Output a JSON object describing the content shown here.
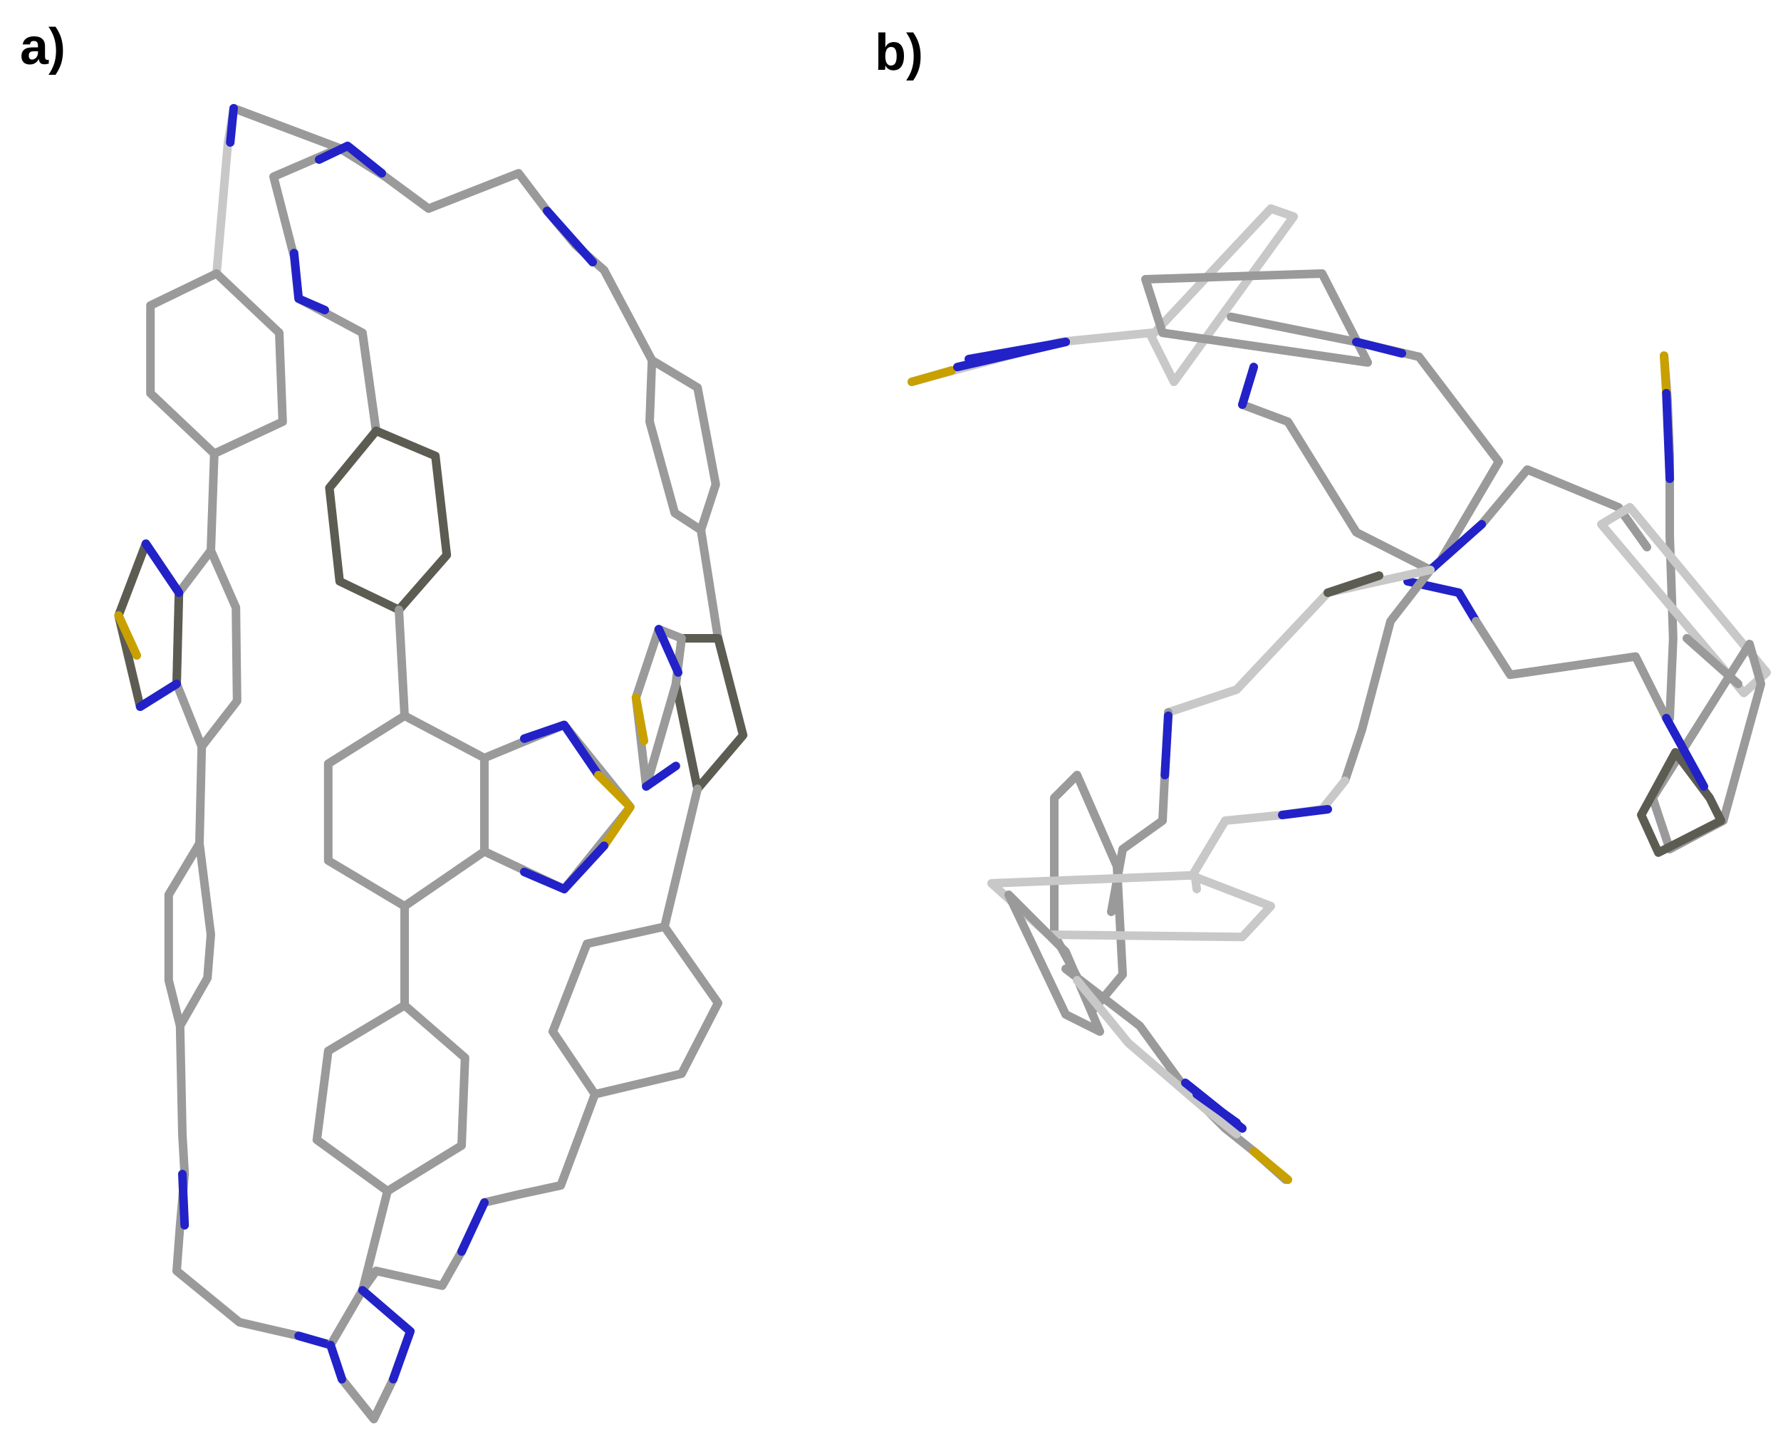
{
  "figure": {
    "panels": [
      {
        "id": "a",
        "label": "a)"
      },
      {
        "id": "b",
        "label": "b)"
      }
    ],
    "colors": {
      "carbon_light": "#c8c8c8",
      "carbon": "#9a9a9a",
      "carbon_dark": "#5c5c52",
      "nitrogen": "#2222c8",
      "sulfur": "#c8a000",
      "background": "#ffffff"
    }
  }
}
